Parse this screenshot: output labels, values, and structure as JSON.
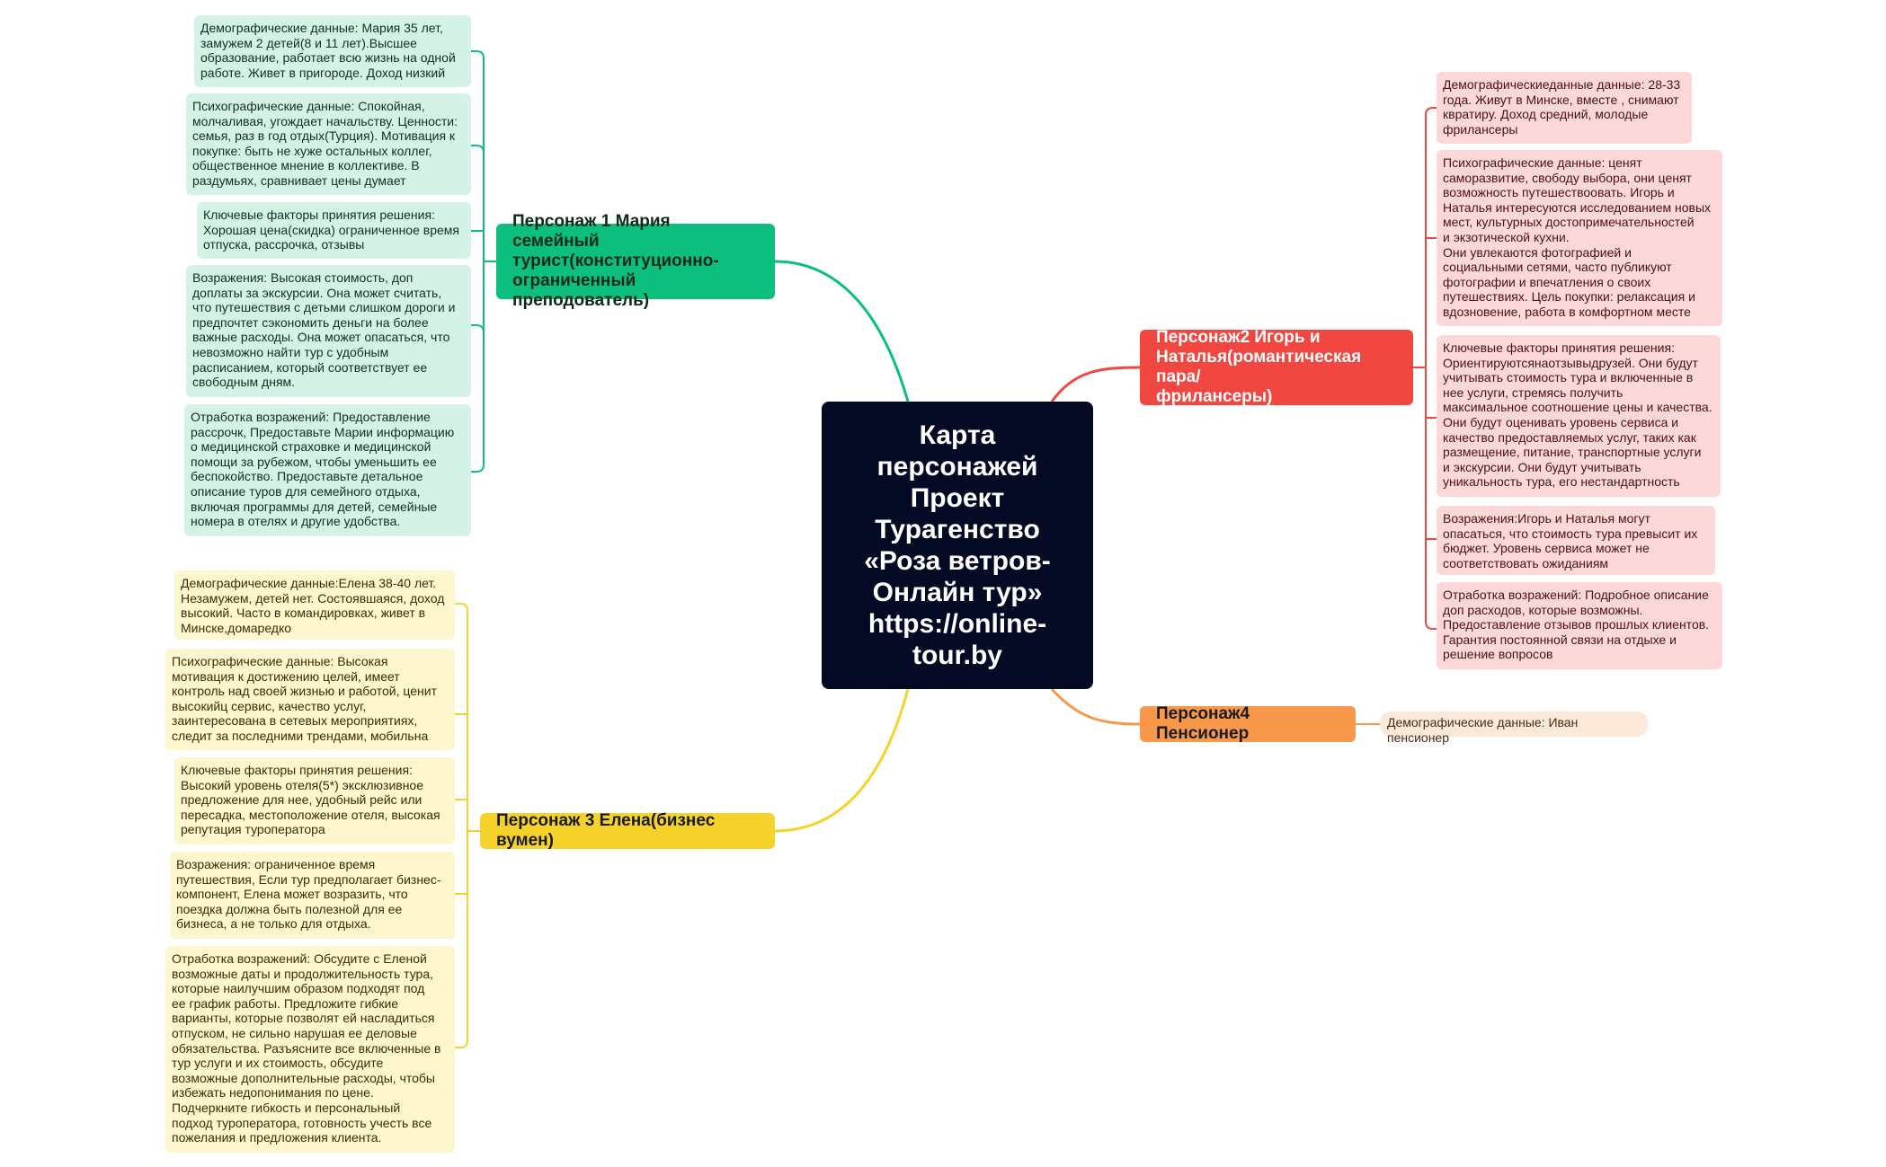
{
  "center": {
    "title": "Карта\nперсонажей\nПроект\nТурагенство\n«Роза ветров-\nОнлайн тур»\nhttps://online-\ntour.by"
  },
  "colors": {
    "center": "#050a24",
    "persona1": "#0cbf7e",
    "persona2": "#f24740",
    "persona3": "#f5d32b",
    "persona4": "#f7984a"
  },
  "persona1": {
    "title": "Персонаж 1 Мария семейный\nтурист(конституционно-\nограниченный преподователь)",
    "demographics": "Демографические данные: Мария 35 лет,\nзамужем 2 детей(8 и 11 лет).Высшее\nобразование, работает всю жизнь на одной\nработе. Живет в пригороде. Доход низкий",
    "psychographics": "Психографические данные: Спокойная,\nмолчаливая, угождает начальству. Ценности:\nсемья, раз в год отдых(Турция). Мотивация к\nпокупке: быть не хуже остальных коллег,\nобщественное мнение в коллективе. В\nраздумьях, сравнивает цены думает",
    "key_factors": "Ключевые факторы принятия решения:\nХорошая цена(скидка) ограниченное время\nотпуска, рассрочка, отзывы",
    "objections": "Возражения: Высокая стоимость, доп\nдоплаты за экскурсии. Она может считать,\nчто путешествия с детьми слишком дороги и\nпредпочтет сэкономить деньги на более\nважные расходы. Она может опасаться, что\nневозможно найти тур с удобным\nрасписанием, который соответствует ее\nсвободным дням.",
    "objection_handling": "Отработка возражений: Предоставление\nрассрочк, Предоставьте Марии информацию\nо медицинской страховке и медицинской\nпомощи за рубежом, чтобы уменьшить ее\nбеспокойство. Предоставьте детальное\nописание туров для семейного отдыха,\nвключая программы для детей, семейные\nномера в отелях и другие удобства."
  },
  "persona2": {
    "title": "Персонаж2 Игорь и\nНаталья(романтическая пара/\nфрилансеры)",
    "demographics": "Демографическиеданные данные: 28-33\nгода. Живут в Минске, вместе , снимают\nквратиру. Доход средний, молодые\nфрилансеры",
    "psychographics": "Психографические данные: ценят\nсаморазвитие, свободу выбора, они ценят\nвозможность путешествоовать. Игорь и\nНаталья интересуются исследованием новых\nмест, культурных достопримечательностей\nи экзотической кухни.\nОни увлекаются фотографией и\nсоциальными сетями, часто публикуют\nфотографии и впечатления о своих\nпутешествиях. Цель покупки: релаксация и\nвдозновение, работа в комфортном месте",
    "key_factors": "Ключевые факторы принятия решения:\nОриентируютсянаотзывыдрузей. Они будут\nучитывать стоимость тура и включенные в\nнее услуги, стремясь получить\nмаксимальное соотношение цены и качества.\nОни будут оценивать уровень сервиса и\nкачество предоставляемых услуг, таких как\nразмещение, питание, транспортные услуги\nи экскурсии. Они будут учитывать\nуникальность тура, его нестандартность",
    "objections": "Возражения:Игорь и Наталья могут\nопасаться, что стоимость тура превысит их\nбюджет. Уровень сервиса может не\nсоответствовать ожиданиям",
    "objection_handling": "Отработка возражений: Подробное описание\nдоп расходов, которые возможны.\nПредоставление отзывов прошлых клиентов.\nГарантия постоянной связи на отдыхе и\nрешение вопросов"
  },
  "persona3": {
    "title": "Персонаж 3 Елена(бизнес вумен)",
    "demographics": "Демографические данные:Елена 38-40 лет.\nНезамужем, детей нет. Состоявшаяся, доход\nвысокий. Часто в командировках, живет в\nМинске,домаредко",
    "psychographics": "Психографические данные: Высокая\nмотивация к достижению целей, имеет\nконтроль над своей жизнью и работой, ценит\nвысокийц сервис, качество услуг,\nзаинтересована в сетевых мероприятиях,\nследит за последними трендами, мобильна",
    "key_factors": "Ключевые факторы принятия решения:\nВысокий уровень отеля(5*) эксклюзивное\nпредложение для нее, удобный рейс или\nпересадка, местоположение отеля, высокая\nрепутация туроператора",
    "objections": "Возражения: ограниченное время\nпутешествия, Если тур предполагает бизнес-\nкомпонент, Елена может возразить, что\nпоездка должна быть полезной для ее\nбизнеса, а не только для отдыха.",
    "objection_handling": "Отработка возражений: Обсудите с Еленой\nвозможные даты и продолжительность тура,\nкоторые наилучшим образом подходят под\nее график работы. Предложите гибкие\nварианты, которые позволят ей насладиться\nотпуском, не сильно нарушая ее деловые\nобязательства. Разъясните все включенные в\nтур услуги и их стоимость, обсудите\nвозможные дополнительные расходы, чтобы\nизбежать недопонимания по цене.\nПодчеркните гибкость и персональный\nподход туроператора, готовность учесть все\nпожелания и предложения клиента."
  },
  "persona4": {
    "title": "Персонаж4 Пенсионер",
    "demographics": "Демографические данные: Иван пенсионер"
  }
}
